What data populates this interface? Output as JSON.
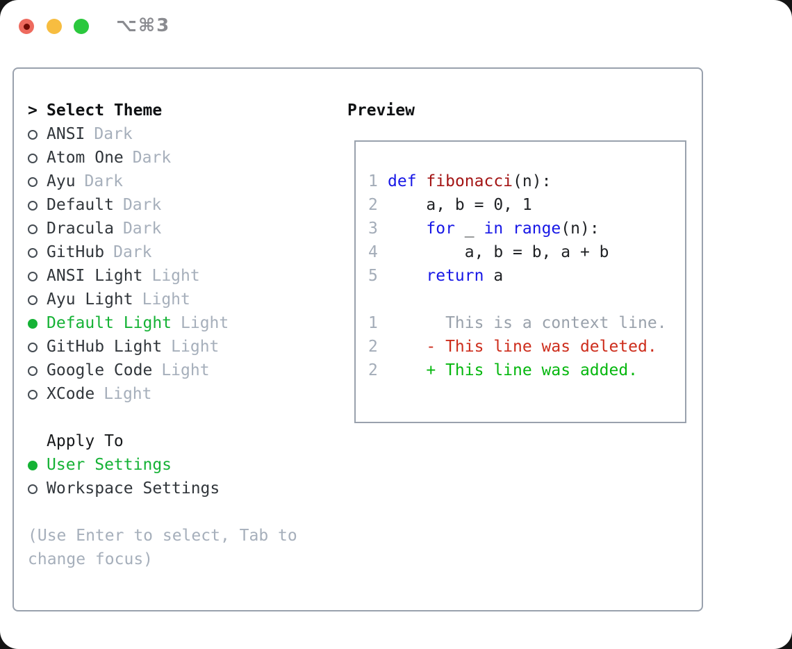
{
  "window": {
    "title": "⌥⌘3",
    "traffic_lights": [
      "close",
      "minimize",
      "maximize"
    ]
  },
  "colors": {
    "accent_green": "#15b235",
    "keyword_blue": "#1717e6",
    "function_red": "#a31414",
    "deleted_red": "#cd2d1c",
    "added_green": "#06b70f",
    "context_gray": "#99a1ab",
    "muted_gray": "#a6afbb",
    "border_gray": "#99a1ad",
    "traffic_red": "#ee6a5e",
    "traffic_yellow": "#f7bd40",
    "traffic_green": "#2bc83d"
  },
  "theme_picker": {
    "header": {
      "marker": ">",
      "label": "Select Theme"
    },
    "items": [
      {
        "name": "ANSI",
        "suffix": "Dark",
        "selected": false
      },
      {
        "name": "Atom One",
        "suffix": "Dark",
        "selected": false
      },
      {
        "name": "Ayu",
        "suffix": "Dark",
        "selected": false
      },
      {
        "name": "Default",
        "suffix": "Dark",
        "selected": false
      },
      {
        "name": "Dracula",
        "suffix": "Dark",
        "selected": false
      },
      {
        "name": "GitHub",
        "suffix": "Dark",
        "selected": false
      },
      {
        "name": "ANSI Light",
        "suffix": "Light",
        "selected": false
      },
      {
        "name": "Ayu Light",
        "suffix": "Light",
        "selected": false
      },
      {
        "name": "Default Light",
        "suffix": "Light",
        "selected": true
      },
      {
        "name": "GitHub Light",
        "suffix": "Light",
        "selected": false
      },
      {
        "name": "Google Code",
        "suffix": "Light",
        "selected": false
      },
      {
        "name": "XCode",
        "suffix": "Light",
        "selected": false
      }
    ],
    "apply_to": {
      "label": "Apply To",
      "options": [
        {
          "name": "User Settings",
          "selected": true
        },
        {
          "name": "Workspace Settings",
          "selected": false
        }
      ]
    },
    "hint_lines": [
      "(Use Enter to select, Tab to",
      "change focus)"
    ]
  },
  "preview": {
    "label": "Preview",
    "code_lines": [
      {
        "num": "1",
        "segments": [
          {
            "t": "def",
            "c": "kw"
          },
          {
            "t": " ",
            "c": "txt"
          },
          {
            "t": "fibonacci",
            "c": "fn"
          },
          {
            "t": "(n):",
            "c": "txt"
          }
        ]
      },
      {
        "num": "2",
        "segments": [
          {
            "t": "    a, b = 0, 1",
            "c": "txt"
          }
        ]
      },
      {
        "num": "3",
        "segments": [
          {
            "t": "    ",
            "c": "txt"
          },
          {
            "t": "for",
            "c": "kw"
          },
          {
            "t": " _ ",
            "c": "txt"
          },
          {
            "t": "in",
            "c": "kw"
          },
          {
            "t": " ",
            "c": "txt"
          },
          {
            "t": "range",
            "c": "kw"
          },
          {
            "t": "(n):",
            "c": "txt"
          }
        ]
      },
      {
        "num": "4",
        "segments": [
          {
            "t": "        a, b = b, a + b",
            "c": "txt"
          }
        ]
      },
      {
        "num": "5",
        "segments": [
          {
            "t": "    ",
            "c": "txt"
          },
          {
            "t": "return",
            "c": "kw"
          },
          {
            "t": " a",
            "c": "txt"
          }
        ]
      },
      {
        "num": "",
        "segments": []
      },
      {
        "num": "1",
        "segments": [
          {
            "t": "      This is a context line.",
            "c": "ctx"
          }
        ]
      },
      {
        "num": "2",
        "segments": [
          {
            "t": "    - This line was deleted.",
            "c": "del"
          }
        ]
      },
      {
        "num": "2",
        "segments": [
          {
            "t": "    + This line was added.",
            "c": "add"
          }
        ]
      }
    ]
  }
}
